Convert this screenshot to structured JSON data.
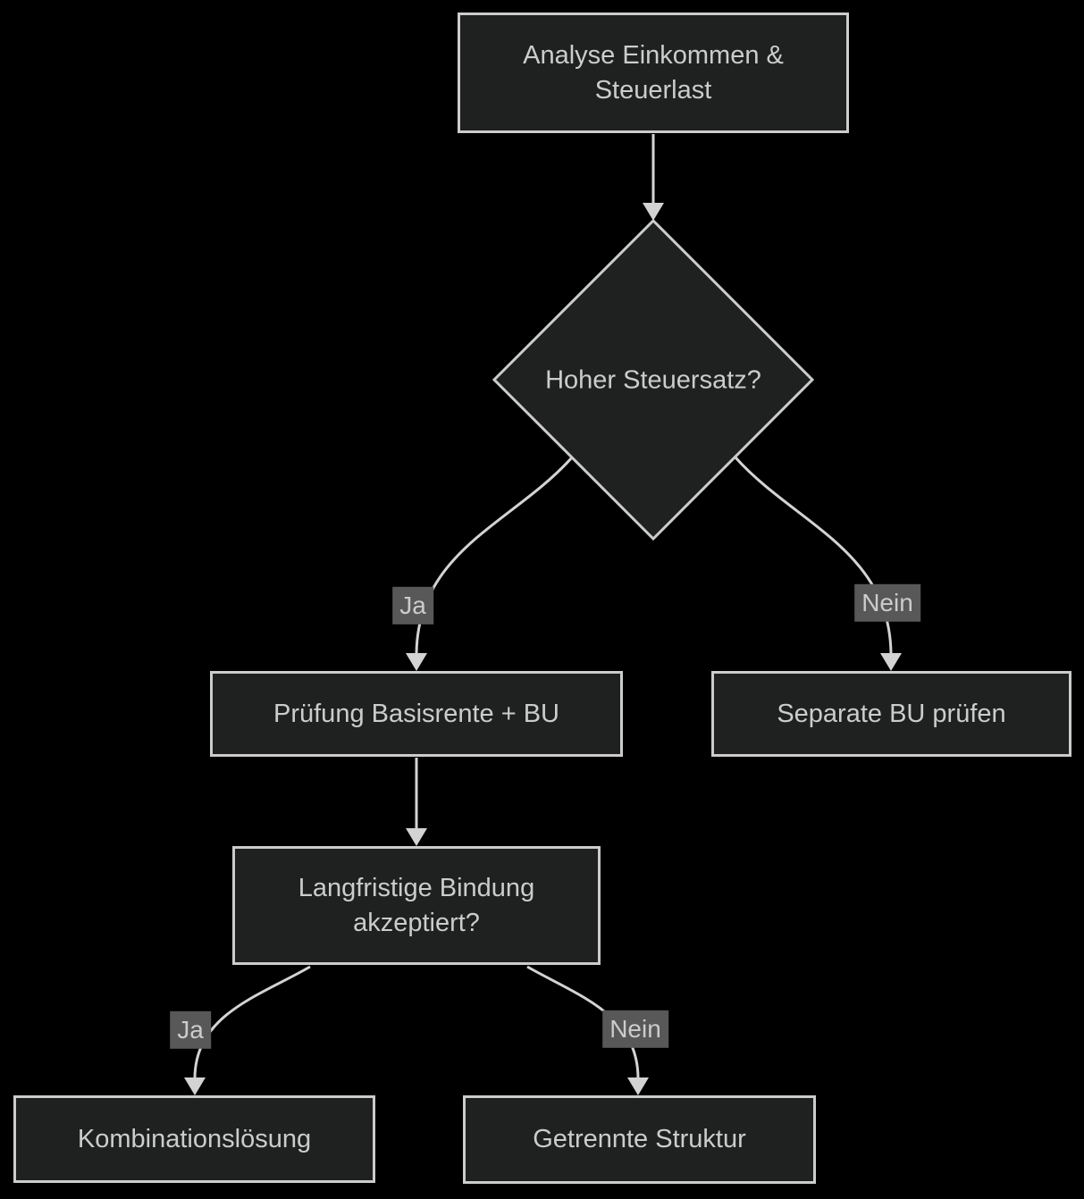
{
  "colors": {
    "bg": "#000000",
    "node_fill": "#1f2020",
    "node_border": "#cccccc",
    "text_color": "#cccccc",
    "line_color": "#d3d3d3",
    "edge_label_bg": "#585858"
  },
  "flowchart": {
    "nodes": {
      "analyse": {
        "label": "Analyse Einkommen & Steuerlast",
        "shape": "rect"
      },
      "hoher": {
        "label": "Hoher Steuersatz?",
        "shape": "diamond"
      },
      "pruefung": {
        "label": "Prüfung Basisrente + BU",
        "shape": "rect"
      },
      "separate": {
        "label": "Separate BU prüfen",
        "shape": "rect"
      },
      "langfristig": {
        "label": "Langfristige Bindung akzeptiert?",
        "shape": "rect"
      },
      "kombination": {
        "label": "Kombinationslösung",
        "shape": "rect"
      },
      "getrennt": {
        "label": "Getrennte Struktur",
        "shape": "rect"
      }
    },
    "edge_labels": {
      "ja1": "Ja",
      "nein1": "Nein",
      "ja2": "Ja",
      "nein2": "Nein"
    }
  }
}
